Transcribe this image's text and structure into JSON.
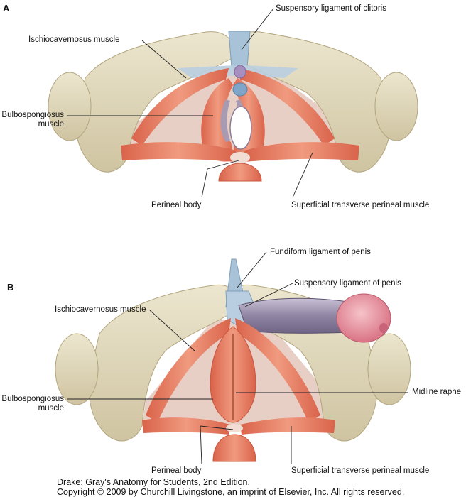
{
  "panel_a": {
    "letter": "A",
    "labels": {
      "suspensory_ligament": "Suspensory ligament of clitoris",
      "ischiocavernosus": "Ischiocavernosus muscle",
      "bulbospongiosus_1": "Bulbospongiosus",
      "bulbospongiosus_2": "muscle",
      "perineal_body": "Perineal body",
      "superficial_transverse": "Superficial transverse perineal muscle"
    }
  },
  "panel_b": {
    "letter": "B",
    "labels": {
      "fundiform": "Fundiform ligament of penis",
      "suspensory_ligament": "Suspensory ligament of penis",
      "ischiocavernosus": "Ischiocavernosus muscle",
      "midline_raphe": "Midline raphe",
      "bulbospongiosus_1": "Bulbospongiosus",
      "bulbospongiosus_2": "muscle",
      "perineal_body": "Perineal body",
      "superficial_transverse": "Superficial transverse perineal muscle"
    }
  },
  "credits": {
    "line1": "Drake: Gray's Anatomy for Students, 2nd Edition.",
    "line2": "Copyright © 2009 by Churchill Livingstone, an imprint of Elsevier, Inc. All rights reserved."
  },
  "colors": {
    "bone": "#e4dcc2",
    "bone_shade": "#c9bd98",
    "muscle": "#e8876c",
    "muscle_dark": "#c9563e",
    "membrane": "#e6c6bd",
    "ligament": "#a8c2d8",
    "erectile": "#a79bb3",
    "glans": "#eca0ac"
  }
}
